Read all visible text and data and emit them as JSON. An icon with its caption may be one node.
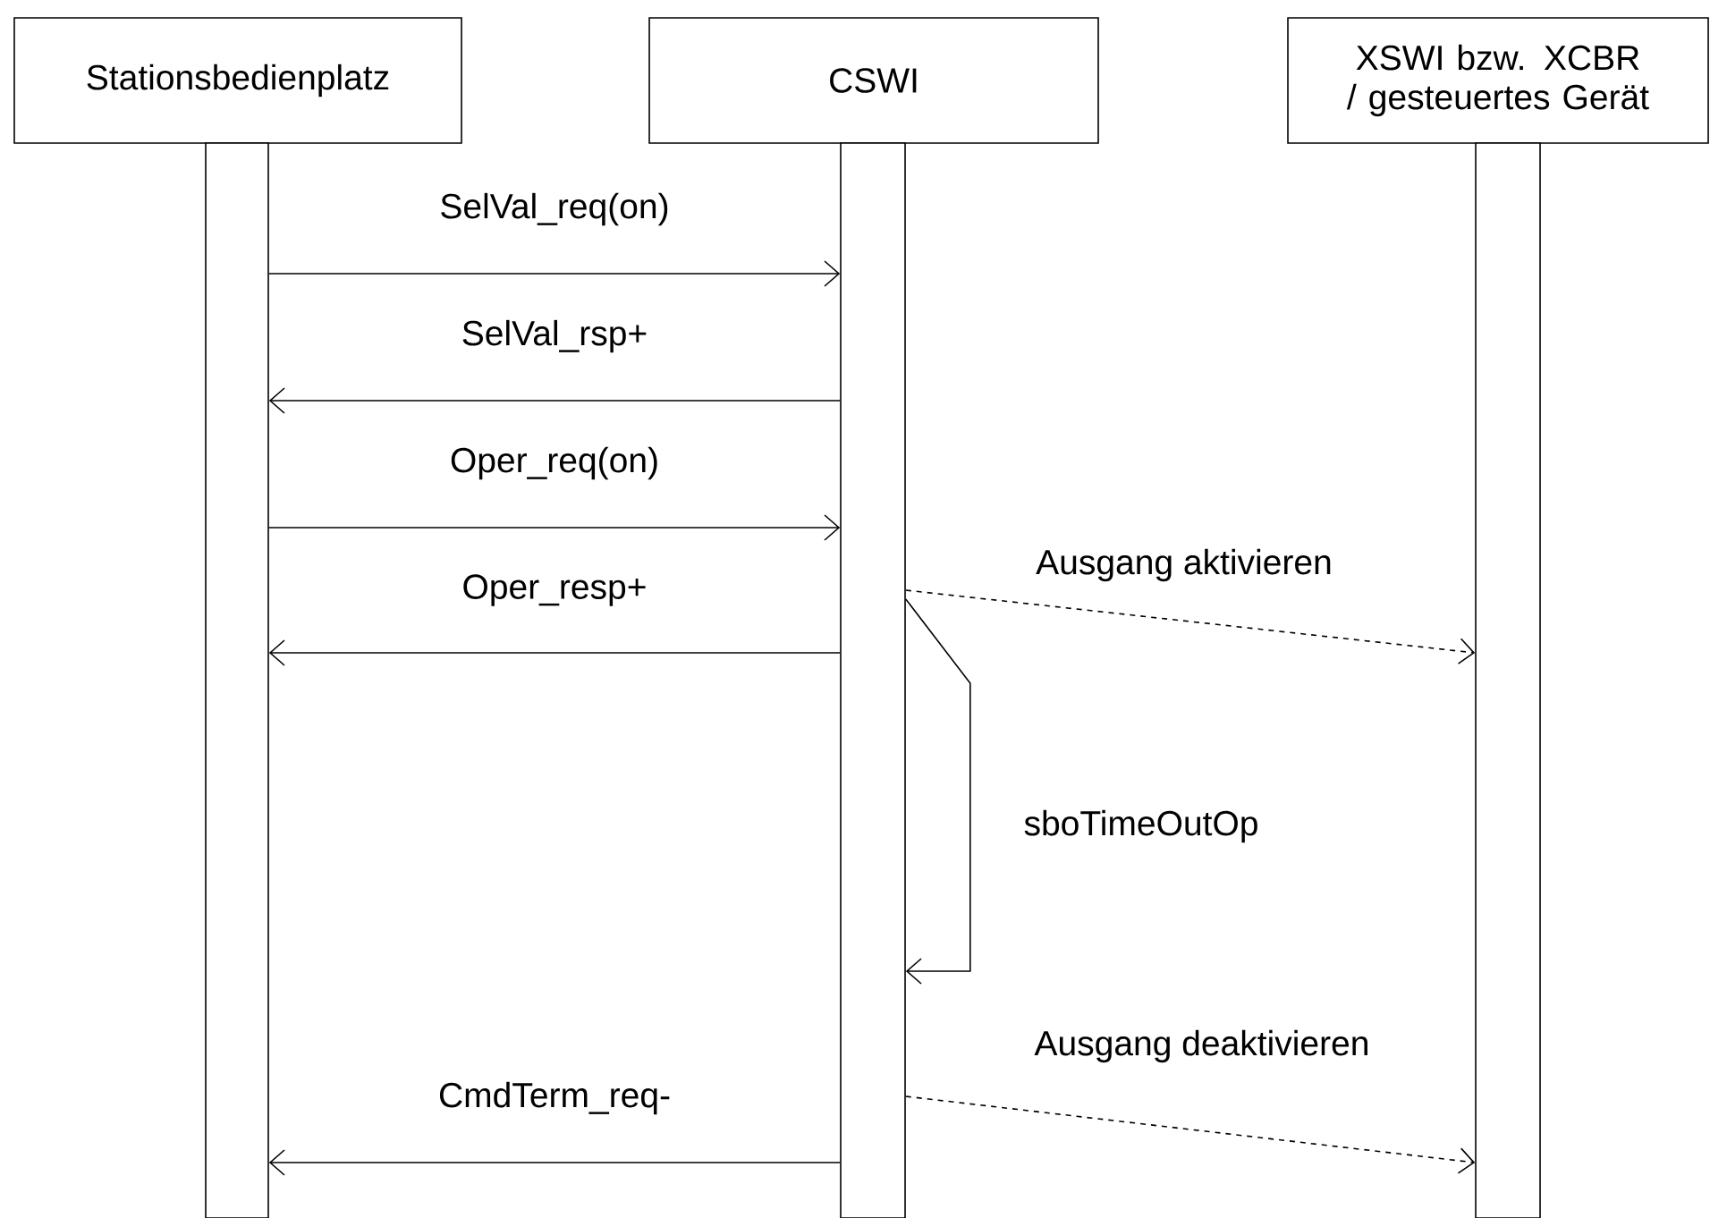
{
  "diagram": {
    "nodes": [
      {
        "text": [
          "Stationsbedienplatz"
        ]
      },
      {
        "text": [
          "CSWI"
        ]
      },
      {
        "text": [
          "XSWI bzw. XCBR / gesteuertes Gerät"
        ]
      },
      {
        "text": [],
        "shape": "bar"
      },
      {
        "text": [],
        "shape": "bar"
      },
      {
        "text": [],
        "shape": "bar"
      }
    ],
    "edges": [
      {
        "from": 3,
        "to": 4,
        "arrow": "to",
        "label": "SelVal_req(on)"
      },
      {
        "from": 4,
        "to": 3,
        "arrow": "to",
        "label": "SelVal_rsp+"
      },
      {
        "from": 3,
        "to": 4,
        "arrow": "to",
        "label": "Oper_req(on)"
      },
      {
        "from": 4,
        "to": 3,
        "arrow": "to",
        "label": "Oper_resp+"
      },
      {
        "from": 4,
        "to": 5,
        "arrow": "to",
        "label": "Ausgang aktivieren",
        "style": "dashed"
      },
      {
        "from": 4,
        "to": 4,
        "arrow": "to",
        "label": "sboTimeOutOp"
      },
      {
        "from": 4,
        "to": 5,
        "arrow": "to",
        "label": "Ausgang deaktivieren",
        "style": "dashed"
      },
      {
        "from": 4,
        "to": 3,
        "arrow": "to",
        "label": "CmdTerm_req-"
      }
    ]
  }
}
